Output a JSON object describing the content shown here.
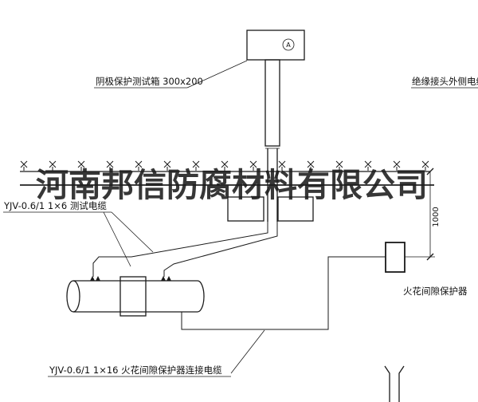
{
  "watermark": {
    "text": "河南邦信防腐材料有限公司"
  },
  "drawing": {
    "meter_symbol": "A",
    "dimension_value": "1000"
  },
  "labels": {
    "test_box": "阴极保护测试箱 300x200",
    "insulated_joint_cable": "绝缘接头外侧电缆",
    "test_cable": "YJV-0.6/1 1×6  测试电缆",
    "spark_gap_protector": "火花间隙保护器",
    "spark_gap_cable": "YJV-0.6/1 1×16  火花间隙保护器连接电缆"
  },
  "colors": {
    "line": "#1a1a1a",
    "background": "#ffffff",
    "watermark": "#1c1c1c"
  }
}
